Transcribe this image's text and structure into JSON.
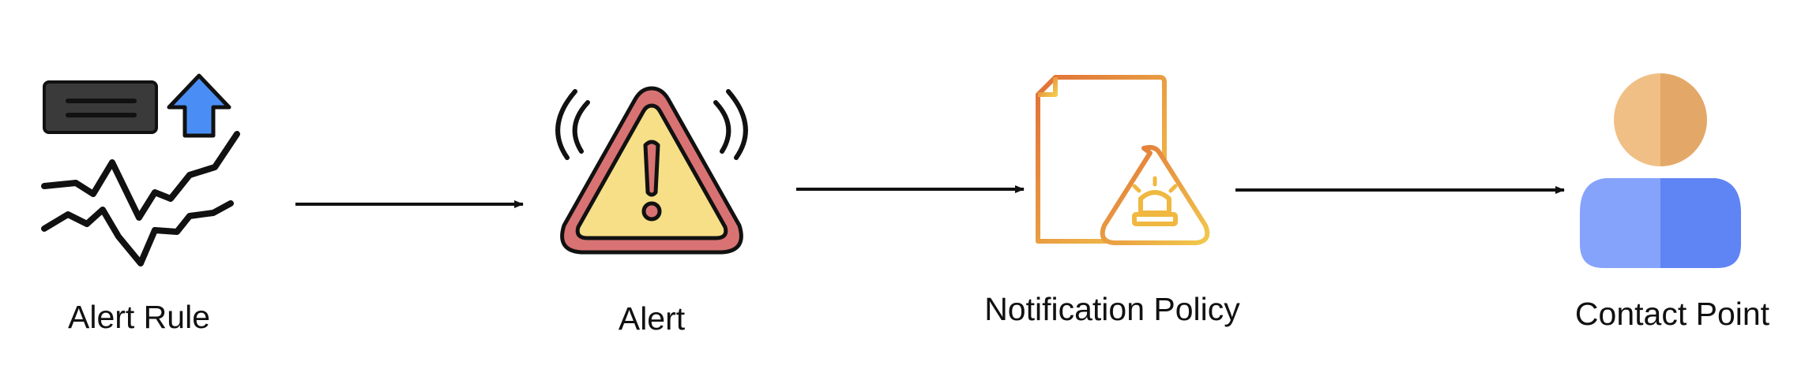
{
  "diagram": {
    "nodes": [
      {
        "id": "alert-rule",
        "label": "Alert Rule",
        "icon": "alert-rule-icon"
      },
      {
        "id": "alert",
        "label": "Alert",
        "icon": "warning-triangle-icon"
      },
      {
        "id": "notification-policy",
        "label": "Notification Policy",
        "icon": "policy-document-icon"
      },
      {
        "id": "contact-point",
        "label": "Contact Point",
        "icon": "person-icon"
      }
    ],
    "edges": [
      {
        "from": "alert-rule",
        "to": "alert"
      },
      {
        "from": "alert",
        "to": "notification-policy"
      },
      {
        "from": "notification-policy",
        "to": "contact-point"
      }
    ]
  },
  "colors": {
    "arrow": "#111111",
    "outline": "#1a1a1a",
    "warning_fill": "#f6df86",
    "warning_border": "#d97373",
    "upload_blue": "#4a8ef5",
    "policy_orange": "#e27a3f",
    "policy_yellow": "#f0c048",
    "person_head_light": "#f0bf85",
    "person_head_dark": "#e3a868",
    "person_body_light": "#86a3fb",
    "person_body_dark": "#5f84f4"
  }
}
